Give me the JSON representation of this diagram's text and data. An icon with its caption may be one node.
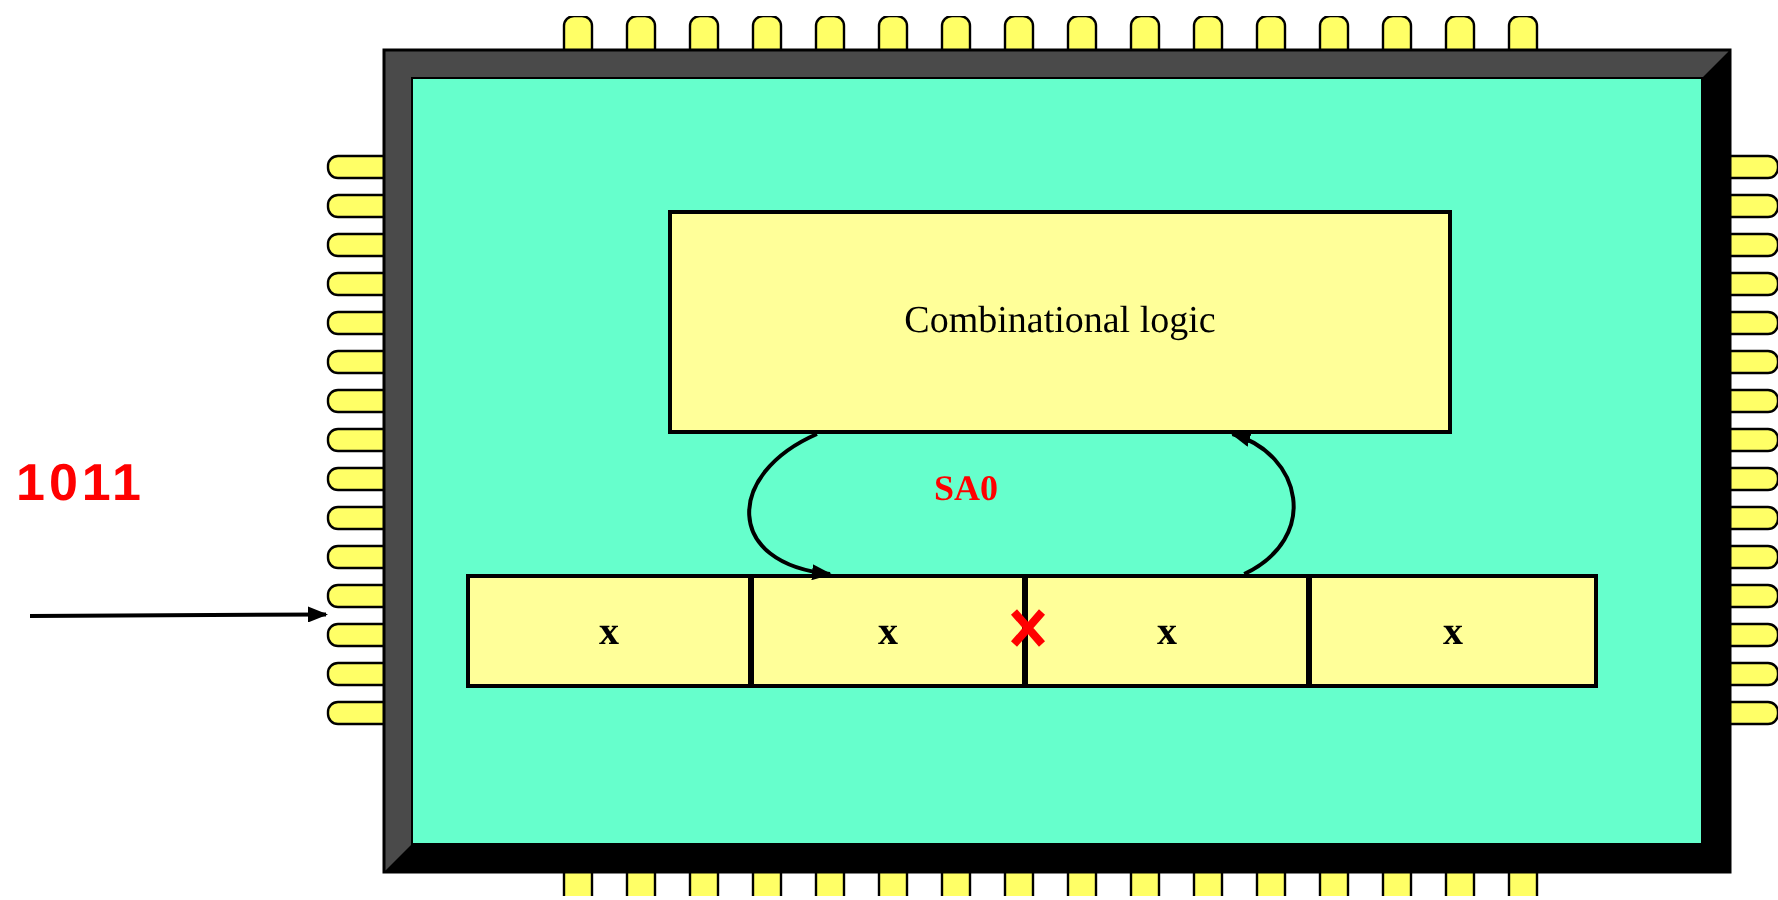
{
  "diagram": {
    "nodes": [
      {
        "text": [],
        "shape": "box"
      },
      {
        "text": [
          "Combinational logic"
        ],
        "in": 0
      },
      {
        "text": [
          "x"
        ],
        "in": 0
      },
      {
        "text": [
          "x"
        ],
        "in": 0
      },
      {
        "text": [
          "x"
        ],
        "in": 0
      },
      {
        "text": [
          "x"
        ],
        "in": 0
      }
    ],
    "edges": [
      {
        "from": null,
        "to": 0,
        "arrow": "to",
        "label": "1011"
      },
      {
        "from": 1,
        "to": 3,
        "arrow": "to"
      },
      {
        "from": 4,
        "to": 1,
        "arrow": "to"
      }
    ],
    "labels": [
      "SA0"
    ]
  }
}
